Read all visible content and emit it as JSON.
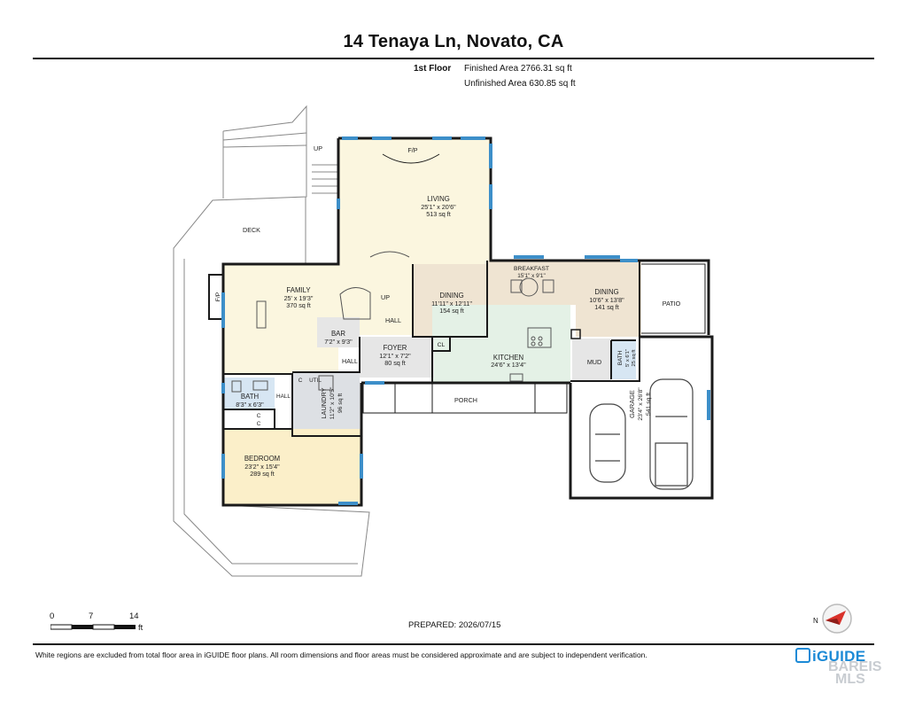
{
  "title": "14 Tenaya Ln, Novato, CA",
  "header": {
    "floor": "1st Floor",
    "finished": "Finished Area 2766.31 sq ft",
    "unfinished": "Unfinished Area 630.85 sq ft"
  },
  "rooms": {
    "living": {
      "name": "LIVING",
      "dims": "25'1\" x 20'6\"",
      "area": "513 sq ft"
    },
    "family": {
      "name": "FAMILY",
      "dims": "25' x 19'3\"",
      "area": "370 sq ft"
    },
    "dining1": {
      "name": "DINING",
      "dims": "11'11\" x 12'11\"",
      "area": "154 sq ft"
    },
    "breakfast": {
      "name": "BREAKFAST",
      "dims": "15'1\" x 9'1\""
    },
    "dining2": {
      "name": "DINING",
      "dims": "10'6\" x 13'8\"",
      "area": "141 sq ft"
    },
    "kitchen": {
      "name": "KITCHEN",
      "dims": "24'6\" x 13'4\""
    },
    "foyer": {
      "name": "FOYER",
      "dims": "12'1\" x 7'2\"",
      "area": "80 sq ft"
    },
    "bar": {
      "name": "BAR",
      "dims": "7'2\" x 9'3\""
    },
    "bath1": {
      "name": "BATH",
      "dims": "8'3\" x 6'3\""
    },
    "bath2": {
      "name": "BATH",
      "dims": "5' x 6'1\"",
      "area": "25 sq ft"
    },
    "laundry": {
      "name": "LAUNDRY",
      "dims": "11'2\" x 10'5\"",
      "area": "96 sq ft"
    },
    "bedroom": {
      "name": "BEDROOM",
      "dims": "23'2\" x 15'4\"",
      "area": "289 sq ft"
    },
    "garage": {
      "name": "GARAGE",
      "dims": "23'4\" x 26'8\"",
      "area": "541 sq ft"
    }
  },
  "labels": {
    "deck": "DECK",
    "patio": "PATIO",
    "porch": "PORCH",
    "up1": "UP",
    "up2": "UP",
    "fp1": "F/P",
    "fp2": "F/P",
    "hall1": "HALL",
    "hall2": "HALL",
    "hall3": "HALL",
    "cl": "CL",
    "util": "UTIL",
    "c1": "C",
    "c2": "C",
    "c3": "C",
    "mud": "MUD"
  },
  "scale": {
    "ticks": [
      "0",
      "7",
      "14"
    ],
    "unit": "ft"
  },
  "prepared": "PREPARED: 2026/07/15",
  "disclaimer": "White regions are excluded from total floor area in iGUIDE floor plans. All room dimensions and floor areas must be considered approximate and are subject to independent verification.",
  "compass_label": "N",
  "logo": "iGUIDE",
  "watermark": [
    "BAREIS",
    "MLS"
  ],
  "colors": {
    "living": "#fbf6df",
    "family": "#fbf6df",
    "dining": "#efe4d2",
    "kitchen": "#e4f1e6",
    "bath": "#d7e6f3",
    "laundry": "#dde0e4",
    "bedroom": "#fbefc9",
    "foyer": "#e6e6e6",
    "window": "#3d8fc9",
    "wall": "#1a1a1a",
    "logo": "#1c8ad6"
  }
}
